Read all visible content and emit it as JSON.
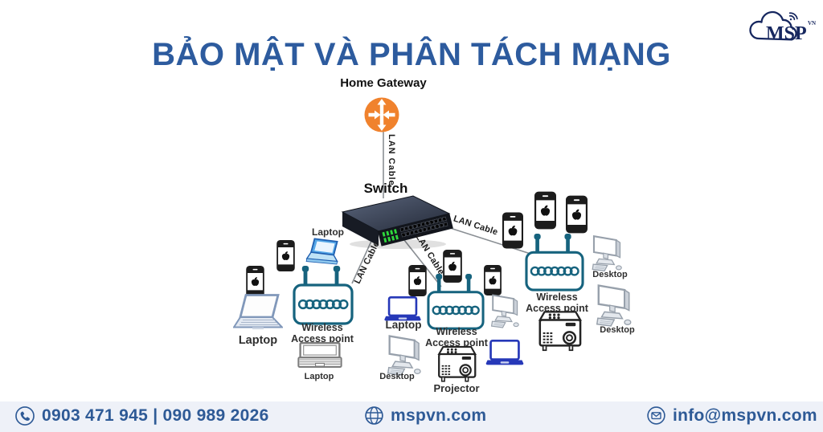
{
  "logo": {
    "text": "MSP",
    "superscript": "VN"
  },
  "title": "BẢO MẬT VÀ PHÂN TÁCH MẠNG",
  "diagram": {
    "labels": {
      "home_gateway": "Home Gateway",
      "switch": "Switch",
      "lan_cable": "LAN Cable",
      "wireless_access_point": "Wireless Access point",
      "laptop": "Laptop",
      "desktop": "Desktop",
      "projector": "Projector"
    }
  },
  "footer": {
    "phone": "0903 471 945 | 090 989 2026",
    "website": "mspvn.com",
    "email": "info@mspvn.com"
  },
  "colors": {
    "title_blue": "#2d5b9e",
    "footer_text": "#2e5a96",
    "footer_bar": "#eef1f8",
    "navy_logo": "#16275f",
    "teal_ap": "#16637e",
    "orange_gateway": "#f0822d",
    "laptop_blue": "#2638b8"
  }
}
